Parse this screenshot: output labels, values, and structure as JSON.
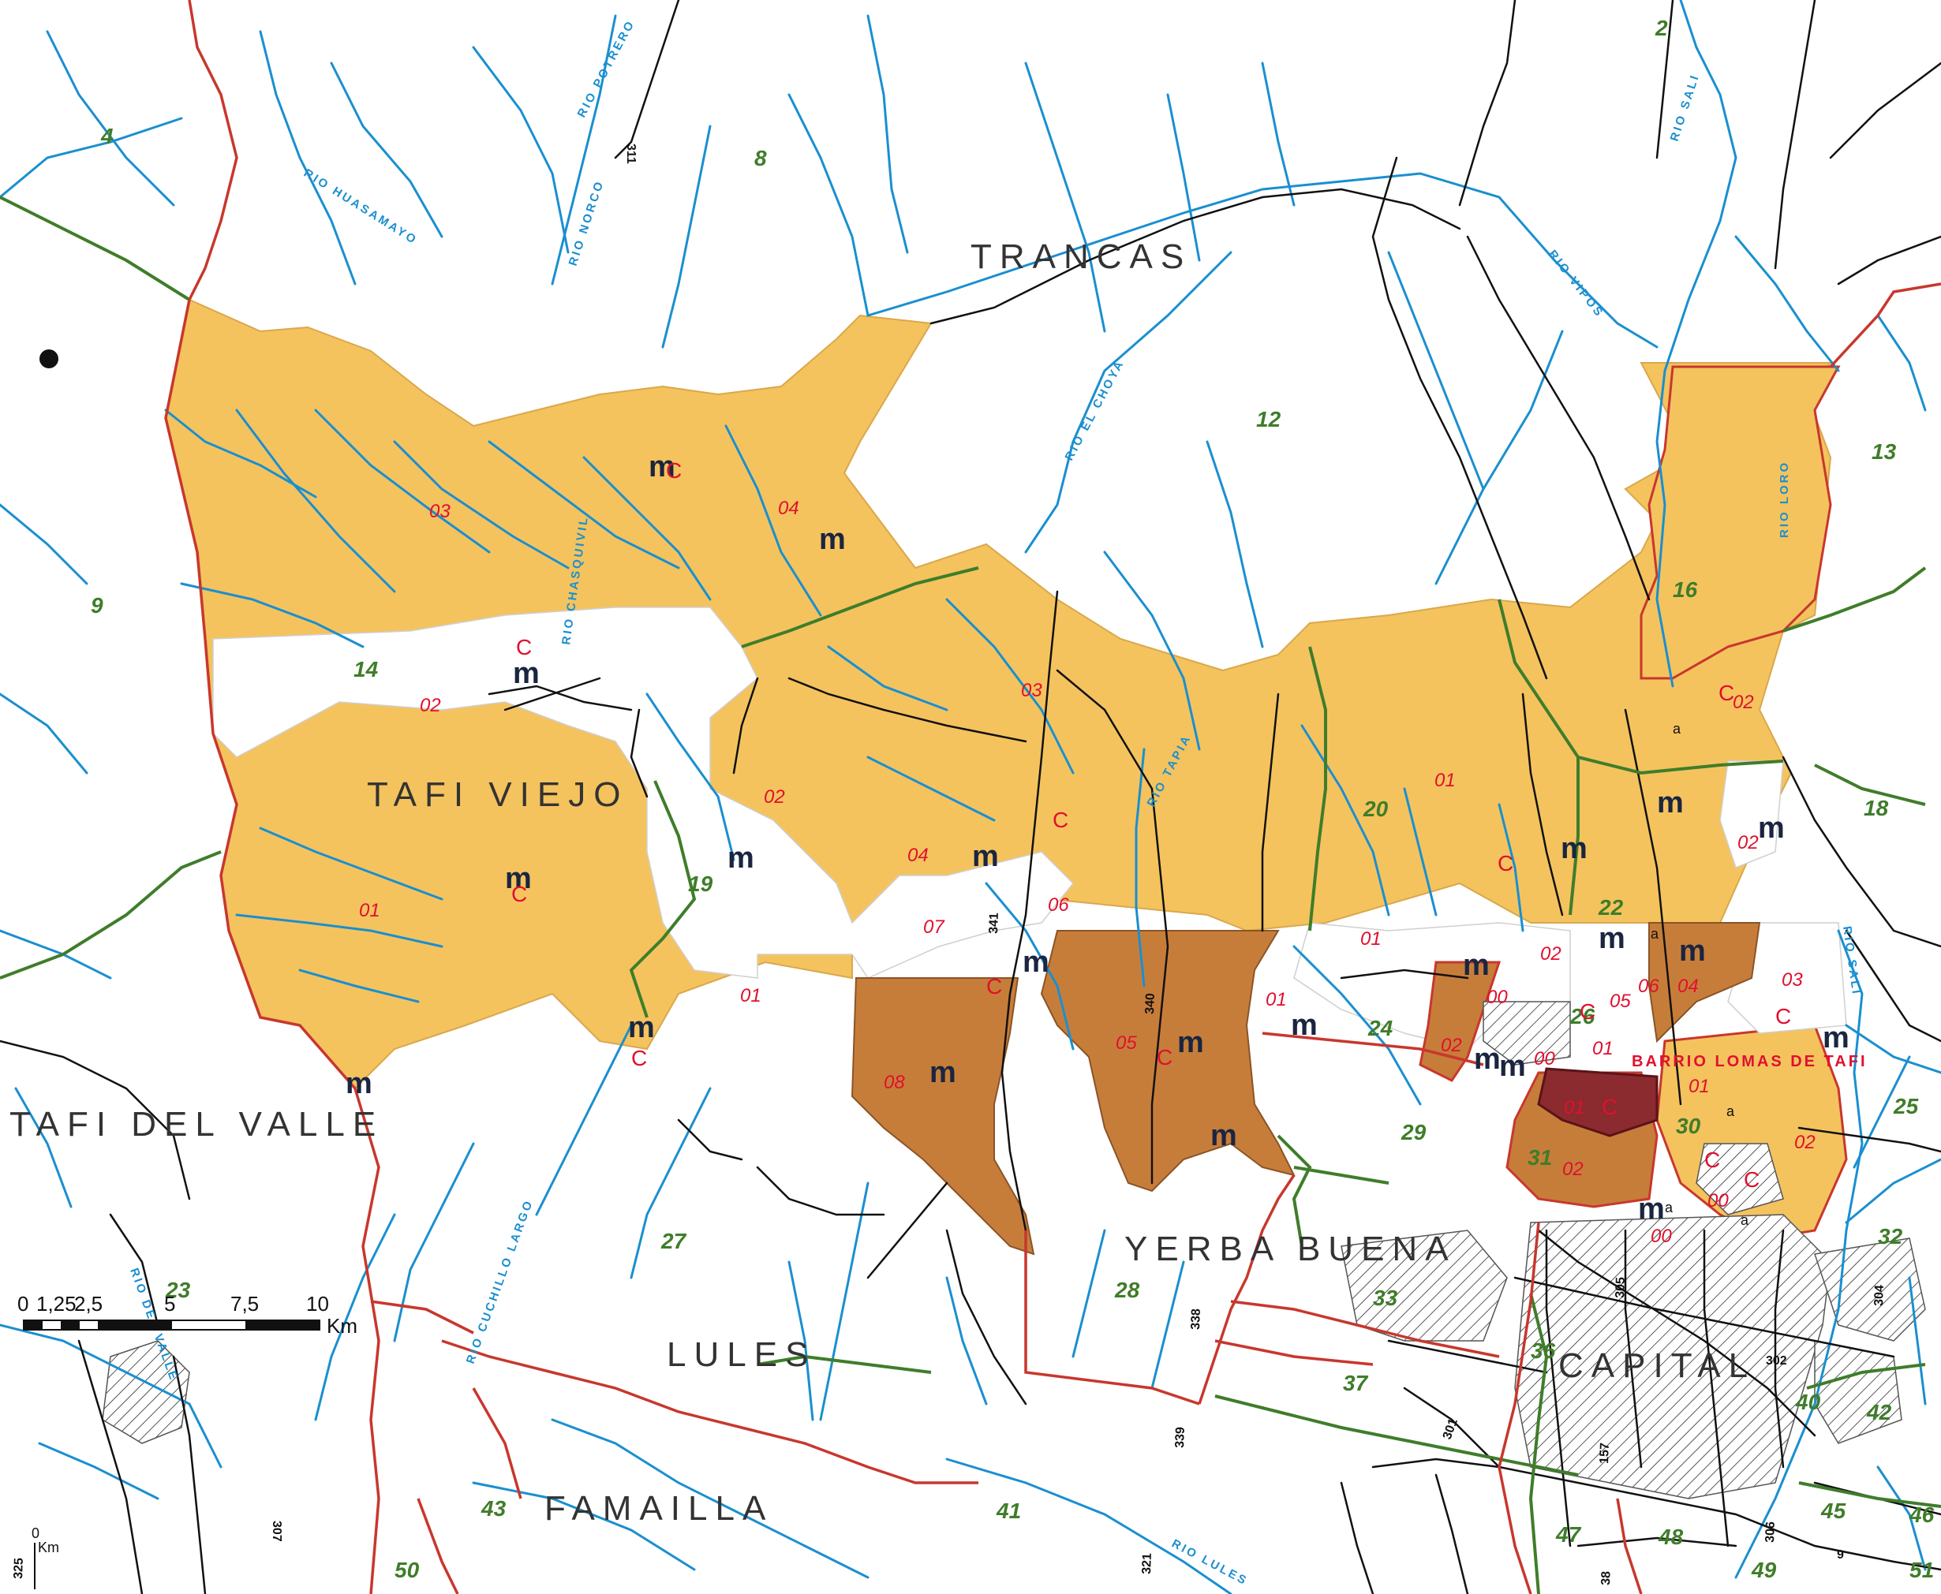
{
  "departments": [
    "TRANCAS",
    "TAFI VIEJO",
    "TAFI DEL VALLE",
    "YERBA BUENA",
    "LULES",
    "CAPITAL",
    "FAMAILLA"
  ],
  "highlight_label": "BARRIO LOMAS DE TAFI",
  "zone_numbers": [
    "2",
    "4",
    "8",
    "9",
    "12",
    "13",
    "14",
    "16",
    "18",
    "19",
    "20",
    "22",
    "23",
    "24",
    "25",
    "26",
    "27",
    "28",
    "29",
    "30",
    "31",
    "32",
    "33",
    "36",
    "37",
    "40",
    "41",
    "42",
    "43",
    "45",
    "46",
    "47",
    "48",
    "49",
    "50",
    "51"
  ],
  "radius_codes": [
    "03",
    "04",
    "02",
    "03",
    "02",
    "01",
    "01",
    "02",
    "04",
    "07",
    "06",
    "08",
    "05",
    "01",
    "01",
    "02",
    "02",
    "03",
    "05",
    "06",
    "04",
    "00",
    "02",
    "00",
    "01",
    "01",
    "01",
    "02",
    "02",
    "00",
    "00",
    "01"
  ],
  "rivers": [
    "RIO POTRERO",
    "RIO HUASAMAYO",
    "RIO NORCO",
    "RIO VIPOS",
    "RIO SALI",
    "RIO EL CHOYA",
    "RIO LORO",
    "RIO CHASQUIVIL",
    "RIO TAPIA",
    "RIO CUCHILLO LARGO",
    "RIO DEL VALLE",
    "RIO LULES",
    "RIO SALI"
  ],
  "routes": [
    "311",
    "341",
    "340",
    "338",
    "339",
    "301",
    "305",
    "302",
    "304",
    "306",
    "307",
    "325",
    "157",
    "9",
    "38",
    "321"
  ],
  "symbols": {
    "m": "m",
    "c": "C",
    "a": "a"
  },
  "scale": {
    "ticks": [
      "0",
      "1,25",
      "2,5",
      "5",
      "7,5",
      "10"
    ],
    "unit": "Km"
  },
  "inset": {
    "zero": "0",
    "unit": "Km",
    "num": "325"
  },
  "colors": {
    "rural_light": "#f4c35e",
    "rural_dark": "#c77d3a",
    "urban_core": "#8b2a2f",
    "river": "#1a8fd0",
    "boundary_red": "#c8372d",
    "boundary_green": "#3f7d2a",
    "road": "#111111",
    "background": "#ffffff"
  }
}
